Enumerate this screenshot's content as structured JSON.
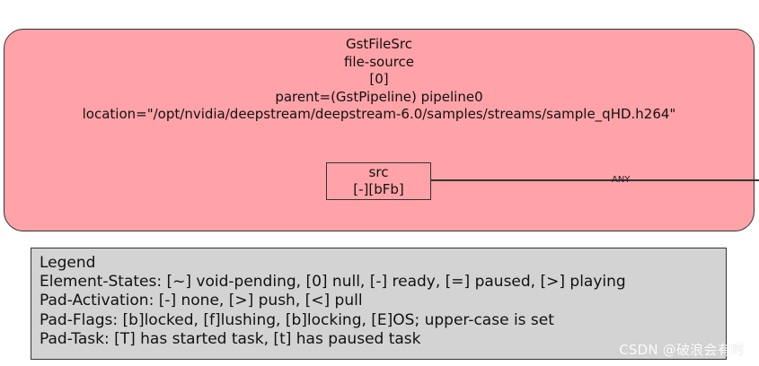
{
  "element": {
    "type_name": "GstFileSrc",
    "name": "file-source",
    "index": "[0]",
    "parent": "parent=(GstPipeline) pipeline0",
    "location": "location=\"/opt/nvidia/deepstream/deepstream-6.0/samples/streams/sample_qHD.h264\"",
    "fill_color": "#ffa3a8"
  },
  "pad": {
    "name": "src",
    "flags": "[-][bFb]"
  },
  "edge": {
    "caps_label": "ANY"
  },
  "legend": {
    "title": "Legend",
    "lines": [
      "Element-States: [~] void-pending, [0] null, [-] ready, [=] paused, [>] playing",
      "Pad-Activation: [-] none, [>] push, [<] pull",
      "Pad-Flags: [b]locked, [f]lushing, [b]locking, [E]OS; upper-case is set",
      "Pad-Task: [T] has started task, [t] has paused task"
    ],
    "fill_color": "#d3d3d3"
  },
  "watermark": "CSDN @破浪会有时"
}
